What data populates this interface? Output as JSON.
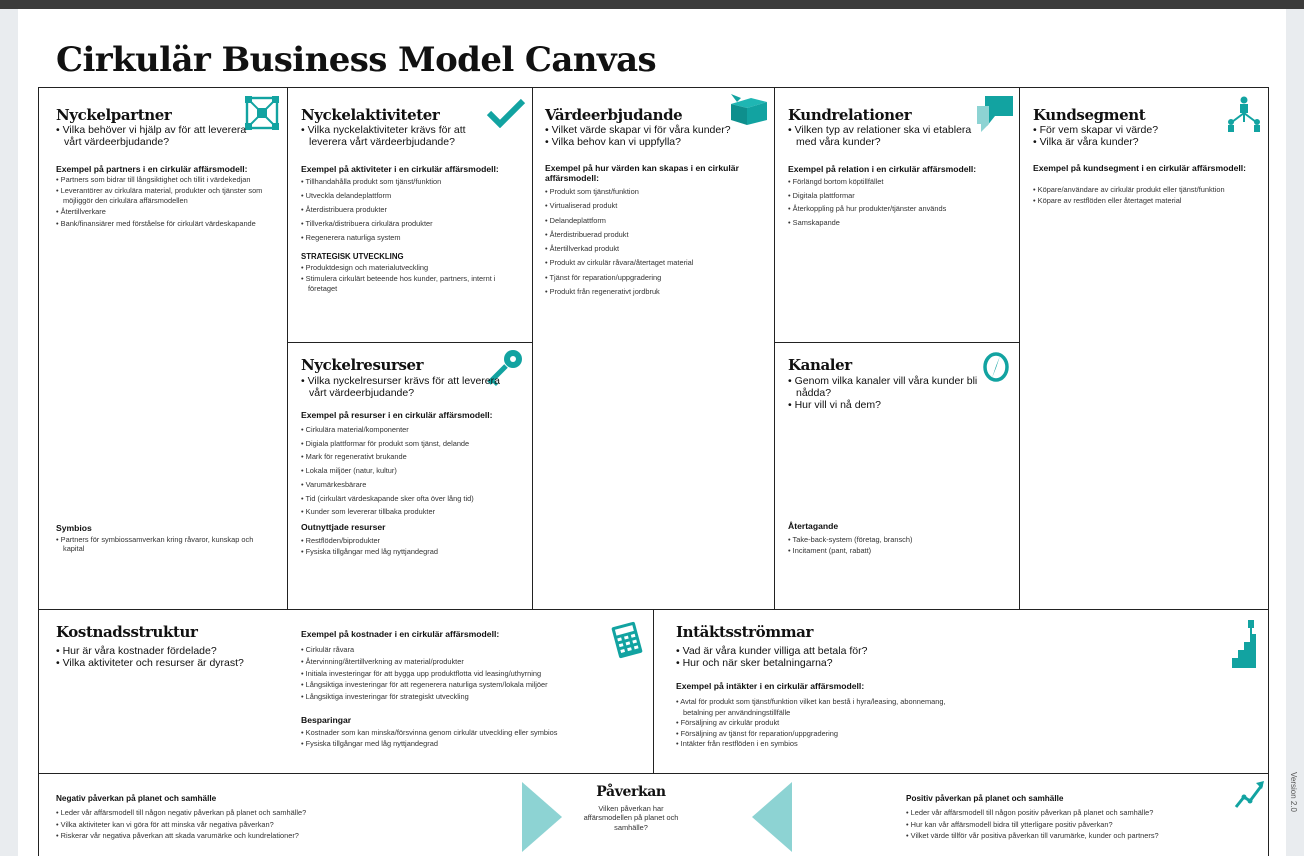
{
  "title": "Cirkulär Business Model Canvas",
  "version": "Version 2.0",
  "colors": {
    "accent": "#12a3a1",
    "teal_light": "#8dd3d3",
    "border": "#222222",
    "topbar": "#3b3b3b"
  },
  "partners": {
    "heading": "Nyckelpartner",
    "icon": "network-icon",
    "questions": [
      "Vilka behöver vi hjälp av för att leverera vårt värdeerbjudande?"
    ],
    "examples_title": "Exempel på partners i en cirkulär affärsmodell:",
    "examples": [
      "Partners som bidrar till långsiktighet och tillit i värdekedjan",
      "Leverantörer av cirkulära material, produkter och tjänster som möjliggör den cirkulära affärsmodellen",
      "Återtillverkare",
      "Bank/finansiärer med förståelse för cirkulärt värdeskapande"
    ],
    "symbios_title": "Symbios",
    "symbios_items": [
      "Partners för symbiossamverkan kring råvaror, kunskap och kapital"
    ]
  },
  "activities": {
    "heading": "Nyckelaktiviteter",
    "icon": "checkmark-icon",
    "questions": [
      "Vilka nyckelaktiviteter krävs för att leverera vårt värdeerbjudande?"
    ],
    "examples_title": "Exempel på aktiviteter i en cirkulär affärsmodell:",
    "examples": [
      "Tillhandahålla produkt som tjänst/funktion",
      "Utveckla delandeplattform",
      "Återdistribuera produkter",
      "Tillverka/distribuera cirkulära produkter",
      "Regenerera naturliga system"
    ],
    "strategic_title": "STRATEGISK UTVECKLING",
    "strategic_items": [
      "Produktdesign och materialutveckling",
      "Stimulera cirkulärt beteende hos kunder, partners, internt i företaget"
    ]
  },
  "resources": {
    "heading": "Nyckelresurser",
    "icon": "key-icon",
    "questions": [
      "Vilka nyckelresurser krävs för att leverera vårt värdeerbjudande?"
    ],
    "examples_title": "Exempel på resurser i en cirkulär affärsmodell:",
    "examples": [
      "Cirkulära material/komponenter",
      "Digiala plattformar för produkt som tjänst, delande",
      "Mark för regenerativt brukande",
      "Lokala miljöer (natur, kultur)",
      "Varumärkesbärare",
      "Tid (cirkulärt värdeskapande sker ofta över lång tid)",
      "Kunder som levererar tillbaka produkter"
    ],
    "unused_title": "Outnyttjade resurser",
    "unused_items": [
      "Restflöden/biprodukter",
      "Fysiska tillgångar med låg nyttjandegrad"
    ]
  },
  "value": {
    "heading": "Värdeerbjudande",
    "icon": "gift-box-icon",
    "questions": [
      "Vilket värde skapar vi för våra kunder?",
      "Vilka behov kan vi uppfylla?"
    ],
    "examples_title": "Exempel på hur värden kan skapas i en cirkulär affärsmodell:",
    "examples": [
      "Produkt som tjänst/funktion",
      "Virtualiserad produkt",
      "Delandeplattform",
      "Återdistribuerad produkt",
      "Återtillverkad produkt",
      "Produkt av cirkulär råvara/återtaget material",
      "Tjänst för reparation/uppgradering",
      "Produkt från regenerativt jordbruk"
    ]
  },
  "relations": {
    "heading": "Kundrelationer",
    "icon": "speech-bubble-icon",
    "questions": [
      "Vilken typ av relationer ska vi etablera med våra kunder?"
    ],
    "examples_title": "Exempel på relation i en cirkulär affärsmodell:",
    "examples": [
      "Förlängd bortom köptillfället",
      "Digitala plattformar",
      "Återkoppling på hur produkter/tjänster används",
      "Samskapande"
    ]
  },
  "channels": {
    "heading": "Kanaler",
    "icon": "compass-icon",
    "questions": [
      "Genom vilka kanaler vill våra kunder bli nådda?",
      "Hur vill vi nå dem?"
    ],
    "return_title": "Återtagande",
    "return_items": [
      "Take-back-system (företag, bransch)",
      "Incitament (pant, rabatt)"
    ]
  },
  "segments": {
    "heading": "Kundsegment",
    "icon": "people-hierarchy-icon",
    "questions": [
      "För vem skapar vi värde?",
      "Vilka är våra kunder?"
    ],
    "examples_title": "Exempel på kundsegment i en cirkulär affärsmodell:",
    "examples": [
      "Köpare/användare av cirkulär produkt eller tjänst/funktion",
      "Köpare av restflöden eller återtaget material"
    ]
  },
  "costs": {
    "heading": "Kostnadsstruktur",
    "icon": "calculator-icon",
    "questions": [
      "Hur är våra kostnader fördelade?",
      "Vilka aktiviteter och resurser är dyrast?"
    ],
    "examples_title": "Exempel på kostnader i en cirkulär affärsmodell:",
    "examples": [
      "Cirkulär råvara",
      "Återvinning/återtillverkning av material/produkter",
      "Initiala investeringar för att bygga upp produktflotta vid leasing/uthyrning",
      "Långsiktiga investeringar för att regenerera naturliga system/lokala miljöer",
      "Långsiktiga investeringar för strategiskt utveckling"
    ],
    "savings_title": "Besparingar",
    "savings_items": [
      "Kostnader som kan minska/försvinna genom cirkulär utveckling eller symbios",
      "Fysiska tillgångar med låg nyttjandegrad"
    ]
  },
  "revenue": {
    "heading": "Intäktsströmmar",
    "icon": "stairs-icon",
    "questions": [
      "Vad är våra kunder villiga att betala för?",
      "Hur och när sker betalningarna?"
    ],
    "examples_title": "Exempel på intäkter i en cirkulär affärsmodell:",
    "examples": [
      "Avtal för produkt som tjänst/funktion vilket kan bestå i hyra/leasing, abonnemang, betalning per användningstillfälle",
      "Försäljning av cirkulär produkt",
      "Försäljning av tjänst för reparation/uppgradering",
      "Intäkter från restflöden i en symbios"
    ]
  },
  "impact": {
    "negative_title": "Negativ påverkan på planet och samhälle",
    "negative_items": [
      "Leder vår affärsmodell till någon negativ påverkan på planet och samhälle?",
      "Vilka aktiviteter kan vi göra för att minska vår negativa påverkan?",
      "Riskerar vår negativa påverkan att skada varumärke och kundrelationer?"
    ],
    "center_title": "Påverkan",
    "center_text": "Vilken påverkan har affärsmodellen på planet och samhälle?",
    "positive_title": "Positiv påverkan på planet och samhälle",
    "positive_items": [
      "Leder vår affärsmodell till någon positiv påverkan på planet och samhälle?",
      "Hur kan vår affärsmodell bidra till ytterligare positiv påverkan?",
      "Vilket värde tillför vår positiva påverkan till varumärke, kunder och partners?"
    ],
    "icon": "trend-line-icon"
  }
}
